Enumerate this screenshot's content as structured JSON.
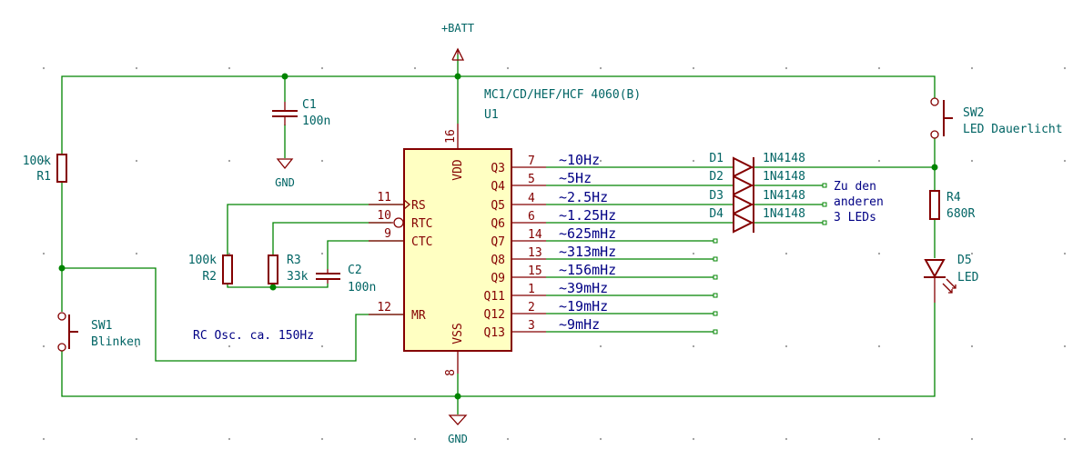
{
  "power": {
    "vcc": "+BATT",
    "gnd_c1": "GND",
    "gnd_main": "GND"
  },
  "ic": {
    "part": "MC1/CD/HEF/HCF 4060(B)",
    "ref": "U1",
    "pins_left": [
      {
        "num": "11",
        "name": "RS"
      },
      {
        "num": "10",
        "name": "RTC"
      },
      {
        "num": "9",
        "name": "CTC"
      },
      {
        "num": "12",
        "name": "MR"
      }
    ],
    "pin_top": {
      "num": "16",
      "name": "VDD"
    },
    "pin_bottom": {
      "num": "8",
      "name": "VSS"
    },
    "outputs": [
      {
        "name": "Q3",
        "num": "7",
        "freq": "~10Hz"
      },
      {
        "name": "Q4",
        "num": "5",
        "freq": "~5Hz"
      },
      {
        "name": "Q5",
        "num": "4",
        "freq": "~2.5Hz"
      },
      {
        "name": "Q6",
        "num": "6",
        "freq": "~1.25Hz"
      },
      {
        "name": "Q7",
        "num": "14",
        "freq": "~625mHz"
      },
      {
        "name": "Q8",
        "num": "13",
        "freq": "~313mHz"
      },
      {
        "name": "Q9",
        "num": "15",
        "freq": "~156mHz"
      },
      {
        "name": "Q11",
        "num": "1",
        "freq": "~39mHz"
      },
      {
        "name": "Q12",
        "num": "2",
        "freq": "~19mHz"
      },
      {
        "name": "Q13",
        "num": "3",
        "freq": "~9mHz"
      }
    ]
  },
  "components": {
    "c1": {
      "ref": "C1",
      "value": "100n"
    },
    "c2": {
      "ref": "C2",
      "value": "100n"
    },
    "r1": {
      "ref": "R1",
      "value": "100k"
    },
    "r2": {
      "ref": "R2",
      "value": "100k"
    },
    "r3": {
      "ref": "R3",
      "value": "33k"
    },
    "r4": {
      "ref": "R4",
      "value": "680R"
    },
    "d5": {
      "ref": "D5",
      "value": "LED"
    },
    "sw1": {
      "ref": "SW1",
      "value": "Blinken"
    },
    "sw2": {
      "ref": "SW2",
      "value": "LED Dauerlicht"
    },
    "diodes": [
      {
        "ref": "D1",
        "value": "1N4148"
      },
      {
        "ref": "D2",
        "value": "1N4148"
      },
      {
        "ref": "D3",
        "value": "1N4148"
      },
      {
        "ref": "D4",
        "value": "1N4148"
      }
    ]
  },
  "notes": {
    "osc": "RC Osc. ca. 150Hz",
    "leds_line1": "Zu den",
    "leds_line2": "anderen",
    "leds_line3": "3 LEDs"
  }
}
